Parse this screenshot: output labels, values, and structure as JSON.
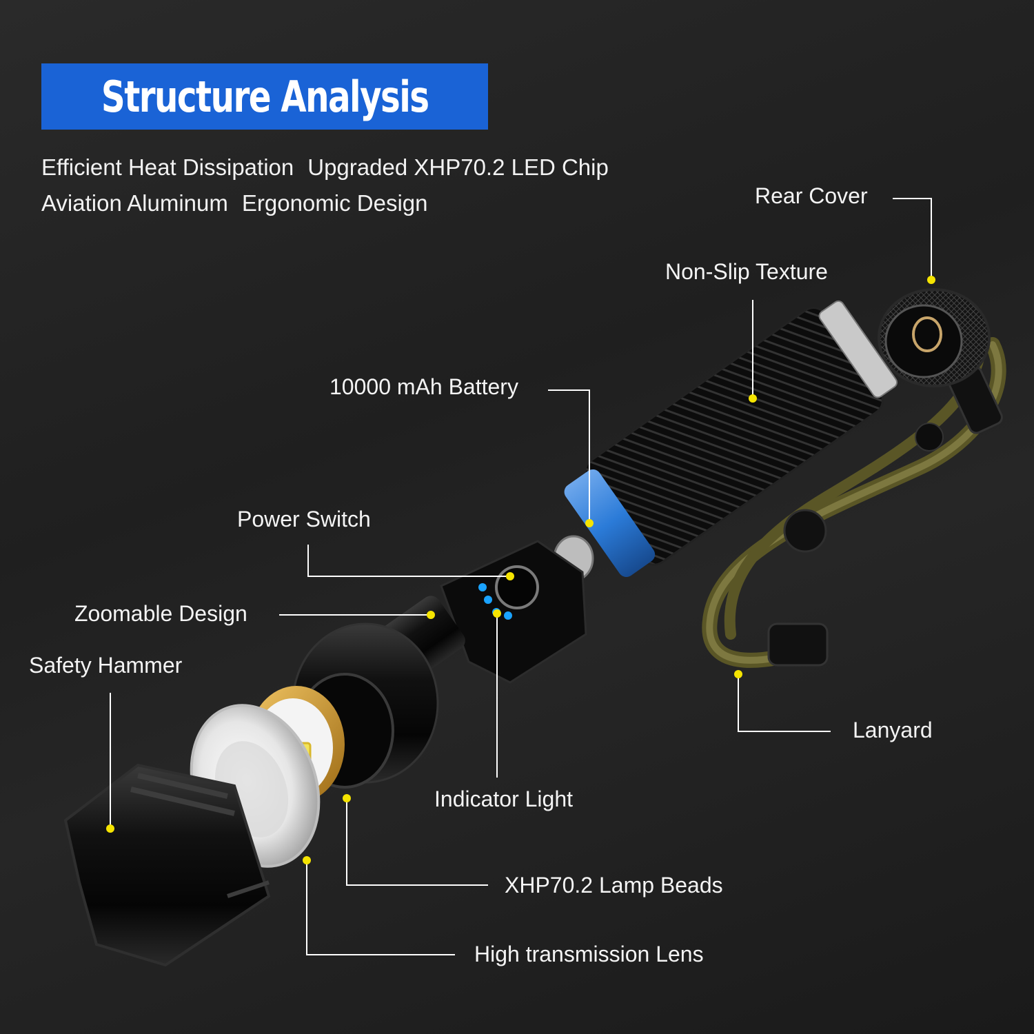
{
  "title": "Structure Analysis",
  "features": {
    "line1": [
      "Efficient Heat Dissipation",
      "Upgraded XHP70.2 LED Chip"
    ],
    "line2": [
      "Aviation Aluminum",
      "Ergonomic Design"
    ]
  },
  "labels": {
    "rear_cover": "Rear Cover",
    "non_slip": "Non-Slip Texture",
    "battery": "10000 mAh Battery",
    "power_switch": "Power Switch",
    "zoomable": "Zoomable Design",
    "safety_hammer": "Safety Hammer",
    "indicator_light": "Indicator Light",
    "lanyard": "Lanyard",
    "lamp_beads": "XHP70.2 Lamp Beads",
    "lens": "High transmission Lens"
  },
  "colors": {
    "banner": "#1a63d6",
    "callout_dot": "#f5e400",
    "indicator_led": "#1aa3ff",
    "accent_ring": "#2b7bd8",
    "lanyard": "#6b6630"
  }
}
